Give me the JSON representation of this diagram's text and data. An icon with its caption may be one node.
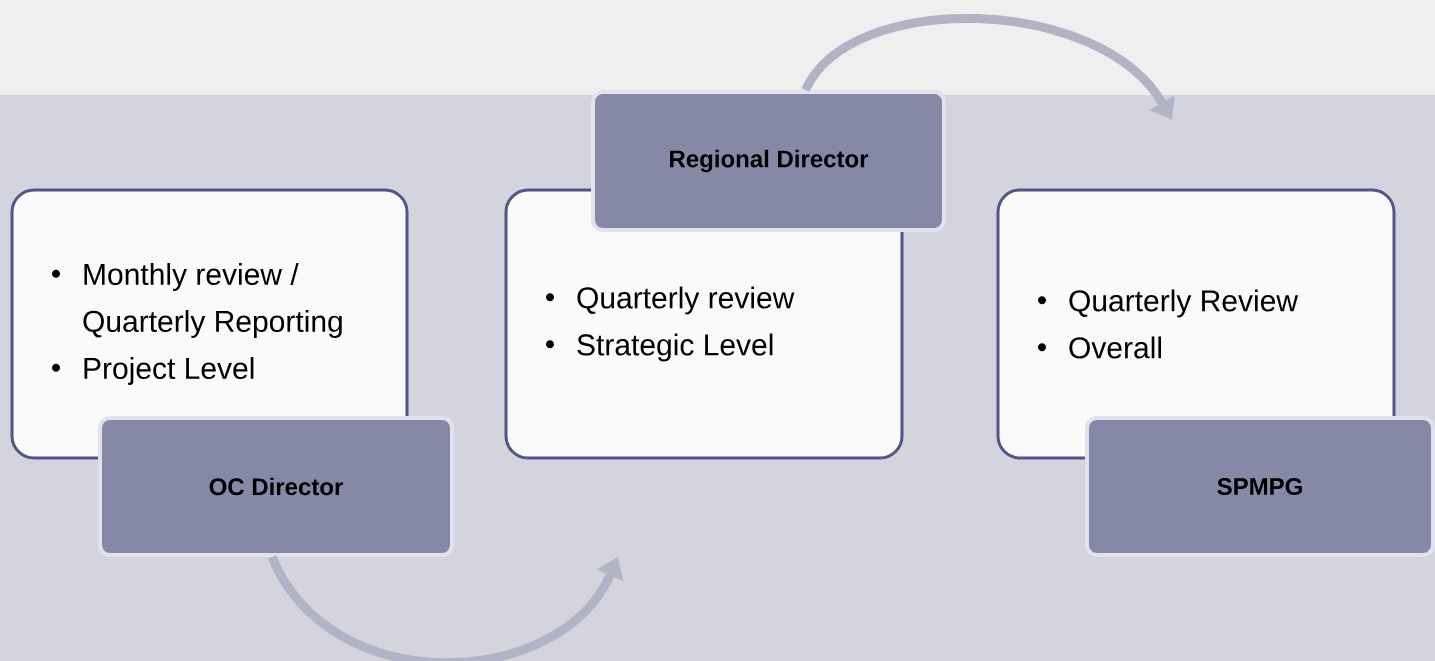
{
  "diagram": {
    "nodes": [
      {
        "text": [
          "Monthly review / Quarterly Reporting",
          "Project Level"
        ]
      },
      {
        "text": [
          "OC Director"
        ]
      },
      {
        "text": [
          "Quarterly review",
          "Strategic Level"
        ]
      },
      {
        "text": [
          "Regional Director"
        ]
      },
      {
        "text": [
          "Quarterly Review",
          "Overall"
        ]
      },
      {
        "text": [
          "SPMPG"
        ]
      }
    ],
    "edges": [
      {
        "from": 1,
        "to": null,
        "arrow": "to"
      },
      {
        "from": 3,
        "to": null,
        "arrow": "to"
      }
    ]
  }
}
